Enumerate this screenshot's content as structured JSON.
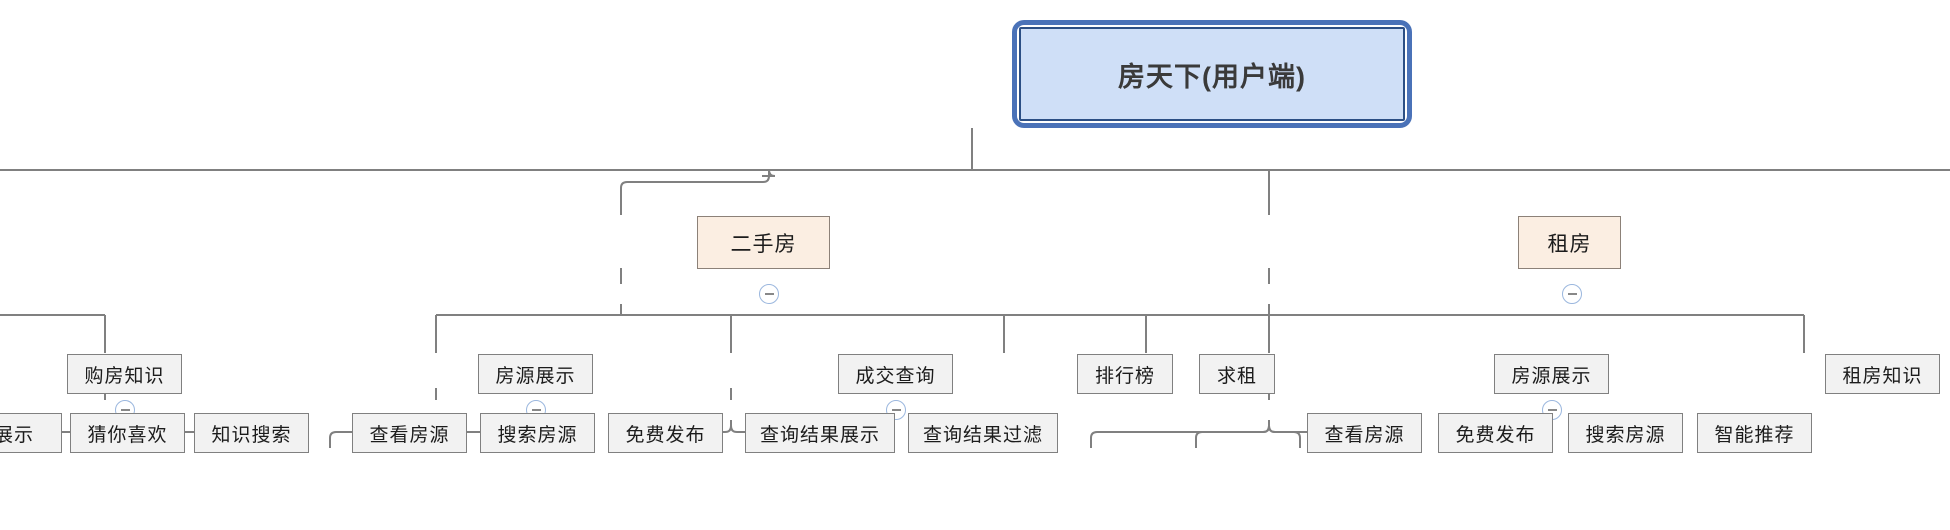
{
  "diagram": {
    "type": "mindmap-tree",
    "title": "房天下(用户端)",
    "orientation": "top-down",
    "colors": {
      "root_fill": "#cfdff7",
      "root_border": "#2c4f85",
      "root_selection_halo": "#4a72b8",
      "level2_fill": "#fbeee2",
      "level2_border": "#8c8178",
      "level3_fill": "#f2f2f2",
      "level3_border": "#808080",
      "leaf_fill": "#f2f2f2",
      "leaf_border": "#808080",
      "edge": "#808080",
      "toggle_ring": "#9bb7de",
      "toggle_glyph": "#888888",
      "canvas": "#ffffff"
    },
    "root": {
      "label": "房天下(用户端)",
      "selected": true
    },
    "branches": [
      {
        "id": "branch-cutoff-left",
        "label": "",
        "clipped": true,
        "children": [
          {
            "id": "l3-gou-fang-zhi-shi",
            "label": "购房知识",
            "collapsible": true,
            "children": [
              {
                "id": "leaf-zhan-shi",
                "label": "展示",
                "clipped": true
              },
              {
                "id": "leaf-cai-ni-xi-huan",
                "label": "猜你喜欢"
              },
              {
                "id": "leaf-zhi-shi-sou-suo",
                "label": "知识搜索"
              }
            ]
          }
        ]
      },
      {
        "id": "branch-ershoufang",
        "label": "二手房",
        "collapsible": true,
        "children": [
          {
            "id": "l3-fang-yuan-zhan-shi-1",
            "label": "房源展示",
            "collapsible": true,
            "children": [
              {
                "id": "leaf-cha-kan-fang-yuan-1",
                "label": "查看房源"
              },
              {
                "id": "leaf-sou-suo-fang-yuan-1",
                "label": "搜索房源"
              },
              {
                "id": "leaf-mian-fei-fa-bu-1",
                "label": "免费发布"
              }
            ]
          },
          {
            "id": "l3-cheng-jiao-cha-xun",
            "label": "成交查询",
            "collapsible": true,
            "children": [
              {
                "id": "leaf-cha-xun-jie-guo-zhan-shi",
                "label": "查询结果展示"
              },
              {
                "id": "leaf-cha-xun-jie-guo-guo-lv",
                "label": "查询结果过滤"
              }
            ]
          },
          {
            "id": "l3-pai-hang-bang",
            "label": "排行榜",
            "collapsible": false,
            "children": []
          }
        ]
      },
      {
        "id": "branch-zufang",
        "label": "租房",
        "collapsible": true,
        "children": [
          {
            "id": "l3-qiu-zu",
            "label": "求租",
            "collapsible": false,
            "children": []
          },
          {
            "id": "l3-fang-yuan-zhan-shi-2",
            "label": "房源展示",
            "collapsible": true,
            "children": [
              {
                "id": "leaf-cha-kan-fang-yuan-2",
                "label": "查看房源"
              },
              {
                "id": "leaf-mian-fei-fa-bu-2",
                "label": "免费发布"
              },
              {
                "id": "leaf-sou-suo-fang-yuan-2",
                "label": "搜索房源"
              },
              {
                "id": "leaf-zhi-neng-tui-jian",
                "label": "智能推荐"
              }
            ]
          },
          {
            "id": "l3-zu-fang-zhi-shi",
            "label": "租房知识",
            "collapsible": false,
            "children": []
          }
        ]
      }
    ],
    "toggle_glyph": "minus"
  }
}
